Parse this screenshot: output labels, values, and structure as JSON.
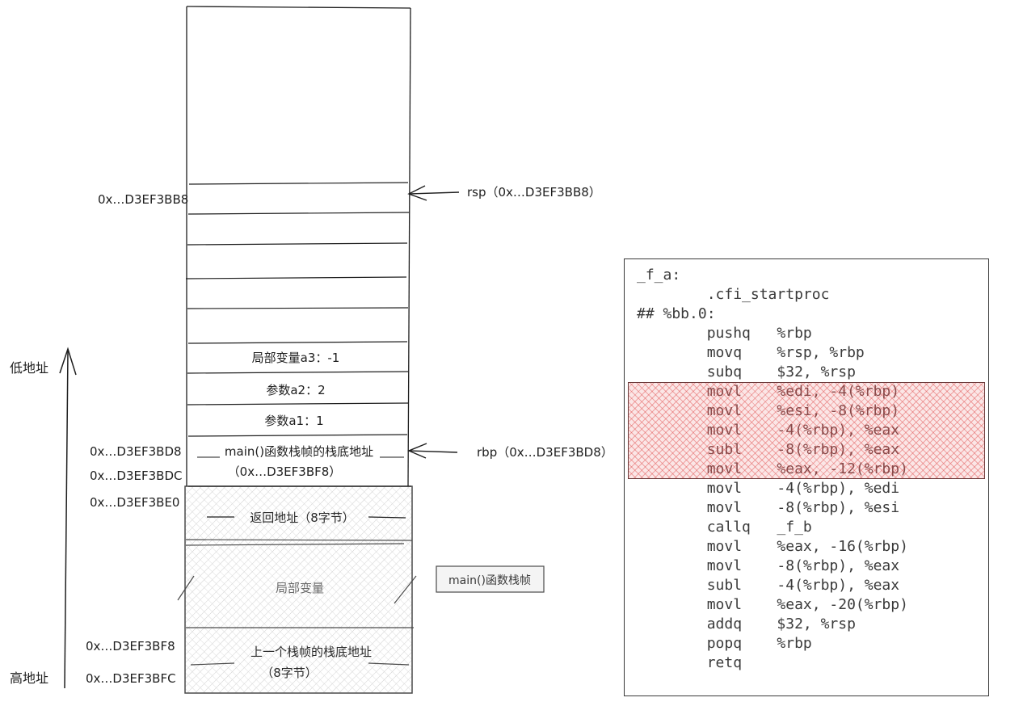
{
  "colors": {
    "stroke": "#1e1e1e",
    "hatch": "#c8c8c8",
    "highlight_fill": "#f7caca",
    "highlight_hatch": "#e05050"
  },
  "axis": {
    "low_label": "低地址",
    "high_label": "高地址"
  },
  "addresses": {
    "bb8": "0x…D3EF3BB8",
    "bd8": "0x…D3EF3BD8",
    "bdc": "0x…D3EF3BDC",
    "be0": "0x…D3EF3BE0",
    "bf8": "0x…D3EF3BF8",
    "bfc": "0x…D3EF3BFC"
  },
  "pointers": {
    "rsp": "rsp（0x…D3EF3BB8）",
    "rbp": "rbp（0x…D3EF3BD8）"
  },
  "stack": {
    "local_a3": "局部变量a3：-1",
    "param_a2": "参数a2：2",
    "param_a1": "参数a1：1",
    "main_base_line1": "main()函数栈帧的栈底地址",
    "main_base_line2": "（0x…D3EF3BF8）",
    "return_addr": "返回地址（8字节）",
    "main_locals": "局部变量",
    "prev_base_line1": "上一个栈帧的栈底地址",
    "prev_base_line2": "（8字节）"
  },
  "main_frame_label": "main()函数栈帧",
  "code": {
    "lines": [
      "_f_a:",
      "        .cfi_startproc",
      "## %bb.0:",
      "        pushq   %rbp",
      "        movq    %rsp, %rbp",
      "        subq    $32, %rsp",
      "        movl    %edi, -4(%rbp)",
      "        movl    %esi, -8(%rbp)",
      "        movl    -4(%rbp), %eax",
      "        subl    -8(%rbp), %eax",
      "        movl    %eax, -12(%rbp)",
      "        movl    -4(%rbp), %edi",
      "        movl    -8(%rbp), %esi",
      "        callq   _f_b",
      "        movl    %eax, -16(%rbp)",
      "        movl    -8(%rbp), %eax",
      "        subl    -4(%rbp), %eax",
      "        movl    %eax, -20(%rbp)",
      "        addq    $32, %rsp",
      "        popq    %rbp",
      "        retq"
    ]
  }
}
